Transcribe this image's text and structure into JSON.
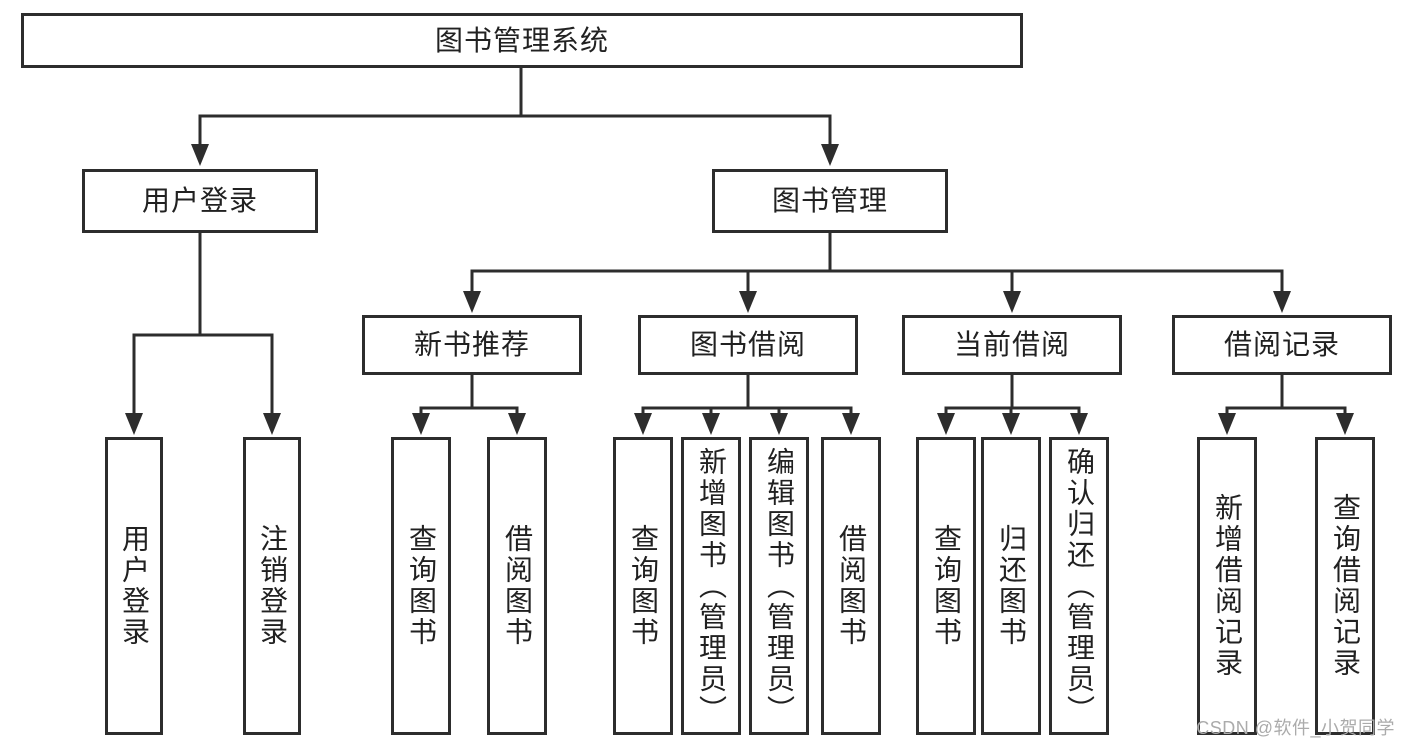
{
  "diagram": {
    "root": {
      "label": "图书管理系统"
    },
    "branches": [
      {
        "label": "用户登录",
        "children": [
          {
            "label": "用户登录"
          },
          {
            "label": "注销登录"
          }
        ]
      },
      {
        "label": "图书管理",
        "children": [
          {
            "label": "新书推荐",
            "children": [
              {
                "label": "查询图书"
              },
              {
                "label": "借阅图书"
              }
            ]
          },
          {
            "label": "图书借阅",
            "children": [
              {
                "label": "查询图书"
              },
              {
                "label": "新增图书（管理员）"
              },
              {
                "label": "编辑图书（管理员）"
              },
              {
                "label": "借阅图书"
              }
            ]
          },
          {
            "label": "当前借阅",
            "children": [
              {
                "label": "查询图书"
              },
              {
                "label": "归还图书"
              },
              {
                "label": "确认归还（管理员）"
              }
            ]
          },
          {
            "label": "借阅记录",
            "children": [
              {
                "label": "新增借阅记录"
              },
              {
                "label": "查询借阅记录"
              }
            ]
          }
        ]
      }
    ]
  },
  "watermark": {
    "text": "CSDN @软件_小贺同学"
  },
  "colors": {
    "line": "#2d2d2d",
    "text": "#212121",
    "watermark": "#ababab",
    "background": "#ffffff"
  }
}
